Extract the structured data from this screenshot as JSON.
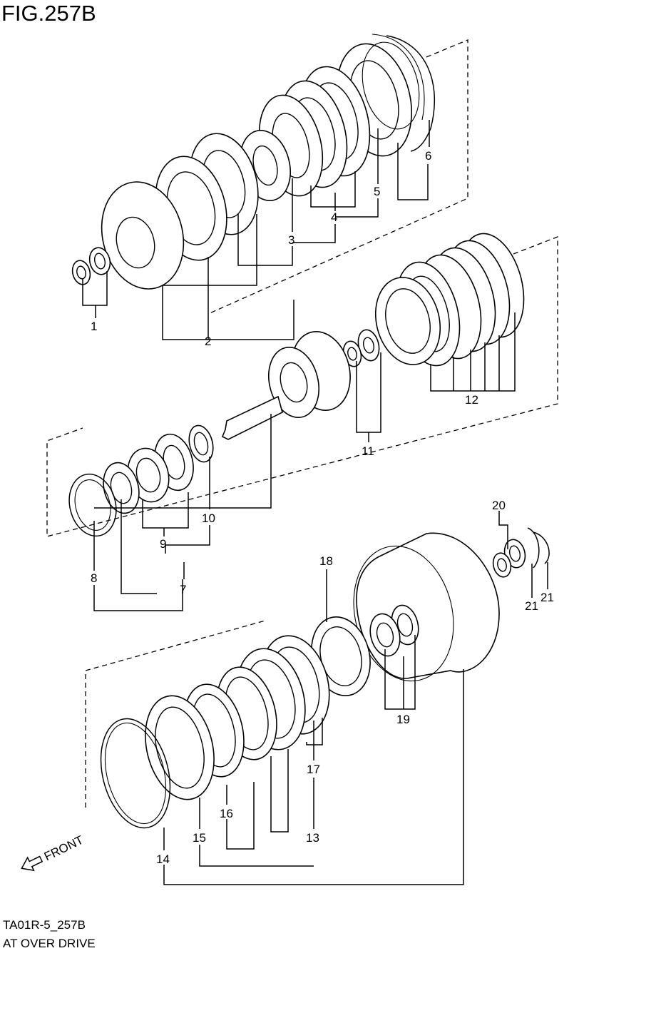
{
  "figure_title": "FIG.257B",
  "diagram_code": "TA01R-5_257B",
  "diagram_description": "AT OVER DRIVE",
  "front_label": "FRONT",
  "callouts": {
    "c1": "1",
    "c2": "2",
    "c3": "3",
    "c4": "4",
    "c5": "5",
    "c6": "6",
    "c7": "7",
    "c8": "8",
    "c9": "9",
    "c10": "10",
    "c11": "11",
    "c12": "12",
    "c13": "13",
    "c14": "14",
    "c15": "15",
    "c16": "16",
    "c17": "17",
    "c18": "18",
    "c19": "19",
    "c20": "20",
    "c21a": "21",
    "c21b": "21"
  }
}
